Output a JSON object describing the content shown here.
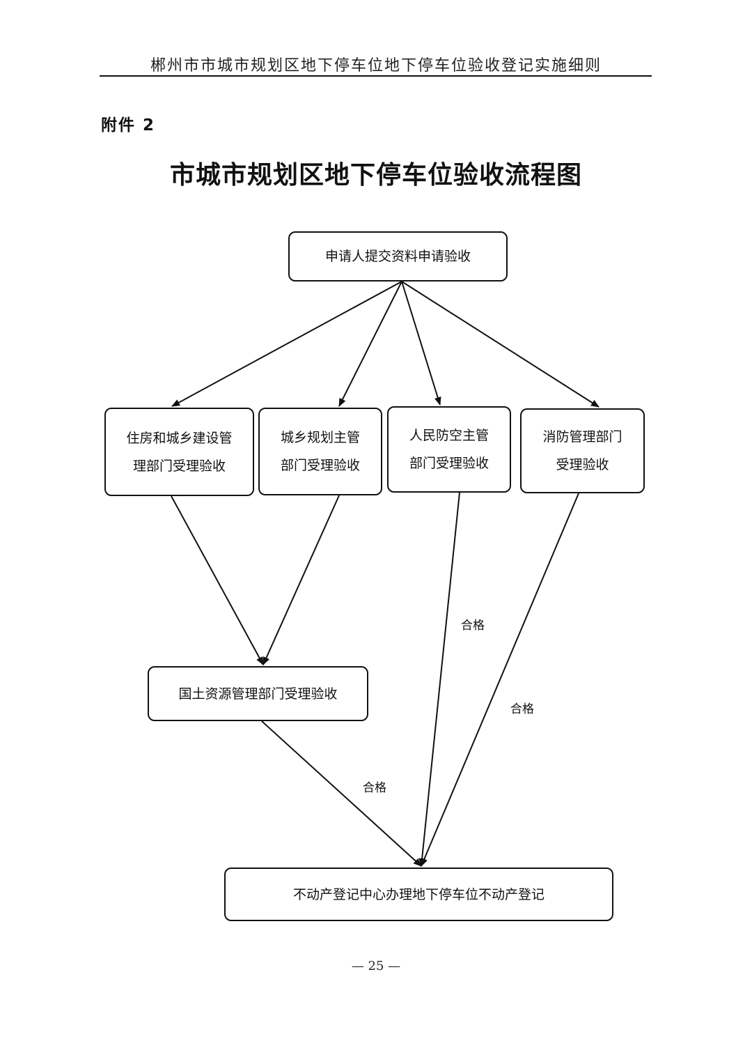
{
  "header": {
    "running_title": "郴州市市城市规划区地下停车位地下停车位验收登记实施细则"
  },
  "attachment_label": "附件 2",
  "title": "市城市规划区地下停车位验收流程图",
  "flowchart": {
    "nodes": {
      "apply": [
        "申请人提交资料申请验收"
      ],
      "housing": [
        "住房和城乡建设管",
        "理部门受理验收"
      ],
      "planning": [
        "城乡规划主管",
        "部门受理验收"
      ],
      "civil_defense": [
        "人民防空主管",
        "部门受理验收"
      ],
      "fire": [
        "消防管理部门",
        "受理验收"
      ],
      "land": [
        "国土资源管理部门受理验收"
      ],
      "registration": [
        "不动产登记中心办理地下停车位不动产登记"
      ]
    },
    "edges": [
      {
        "from": "apply",
        "to": "housing",
        "label": ""
      },
      {
        "from": "apply",
        "to": "planning",
        "label": ""
      },
      {
        "from": "apply",
        "to": "civil_defense",
        "label": ""
      },
      {
        "from": "apply",
        "to": "fire",
        "label": ""
      },
      {
        "from": "housing",
        "to": "land",
        "label": ""
      },
      {
        "from": "planning",
        "to": "land",
        "label": ""
      },
      {
        "from": "land",
        "to": "registration",
        "label": "合格"
      },
      {
        "from": "civil_defense",
        "to": "registration",
        "label": "合格"
      },
      {
        "from": "fire",
        "to": "registration",
        "label": "合格"
      }
    ]
  },
  "page_number": "— 25 —"
}
